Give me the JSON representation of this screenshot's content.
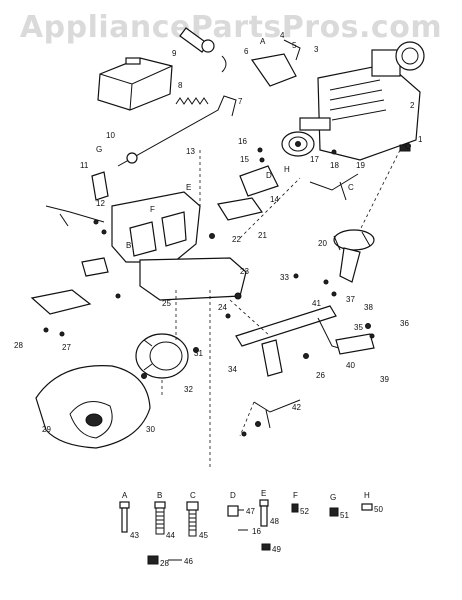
{
  "watermark": "AppliancePartsPros.com",
  "callouts": [
    "1",
    "2",
    "3",
    "4",
    "5",
    "6",
    "7",
    "8",
    "9",
    "10",
    "11",
    "12",
    "13",
    "14",
    "15",
    "16",
    "17",
    "18",
    "19",
    "20",
    "21",
    "22",
    "23",
    "24",
    "25",
    "26",
    "27",
    "28",
    "29",
    "30",
    "31",
    "32",
    "33",
    "34",
    "35",
    "36",
    "37",
    "38",
    "39",
    "40",
    "41",
    "42"
  ],
  "letters": [
    "A",
    "B",
    "C",
    "D",
    "E",
    "F",
    "G",
    "H"
  ],
  "hardware_key": [
    {
      "letter": "A",
      "number": "43"
    },
    {
      "letter": "B",
      "number": "44"
    },
    {
      "letter": "C",
      "number": "45"
    },
    {
      "letter": "D",
      "number": "47"
    },
    {
      "letter": "E",
      "number": "48"
    },
    {
      "letter": "F",
      "number": "52"
    },
    {
      "letter": "G",
      "number": "51"
    },
    {
      "letter": "H",
      "number": "50"
    }
  ],
  "hardware_extra": [
    "16",
    "28",
    "46",
    "49"
  ],
  "colors": {
    "line": "#111111",
    "watermark": "#969696",
    "background": "#ffffff"
  }
}
